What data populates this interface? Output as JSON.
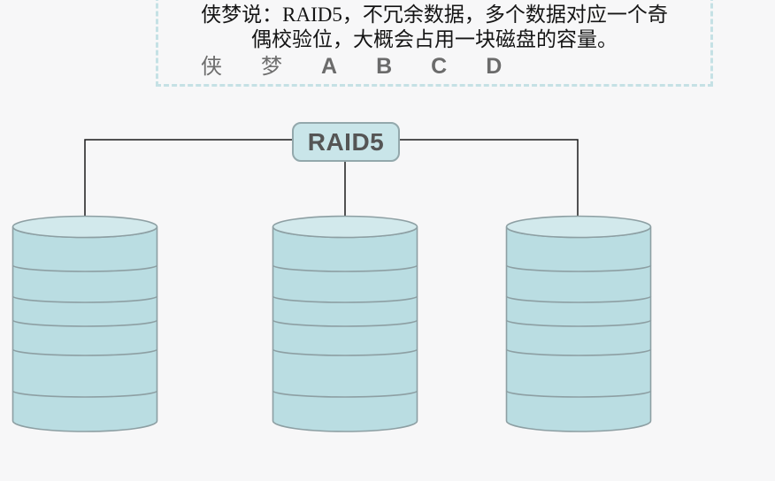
{
  "note": {
    "line1": "侠梦说：RAID5，不冗余数据，多个数据对应一个奇",
    "line2": "偶校验位，大概会占用一块磁盘的容量。",
    "watermark": {
      "items": [
        "侠",
        "梦",
        "A",
        "B",
        "C",
        "D"
      ]
    },
    "border_color": "#c5e1e5"
  },
  "diagram": {
    "node": {
      "label": "RAID5",
      "fill": "#c9e5e9",
      "border_color": "#93a8ac",
      "text_color": "#555555"
    },
    "connector_color": "#1a1a1a",
    "disks": {
      "count": 3,
      "sections_per_disk": 6,
      "body_fill": "#badde2",
      "top_fill": "#d2e9ec",
      "stroke": "#8d9fa3"
    }
  }
}
